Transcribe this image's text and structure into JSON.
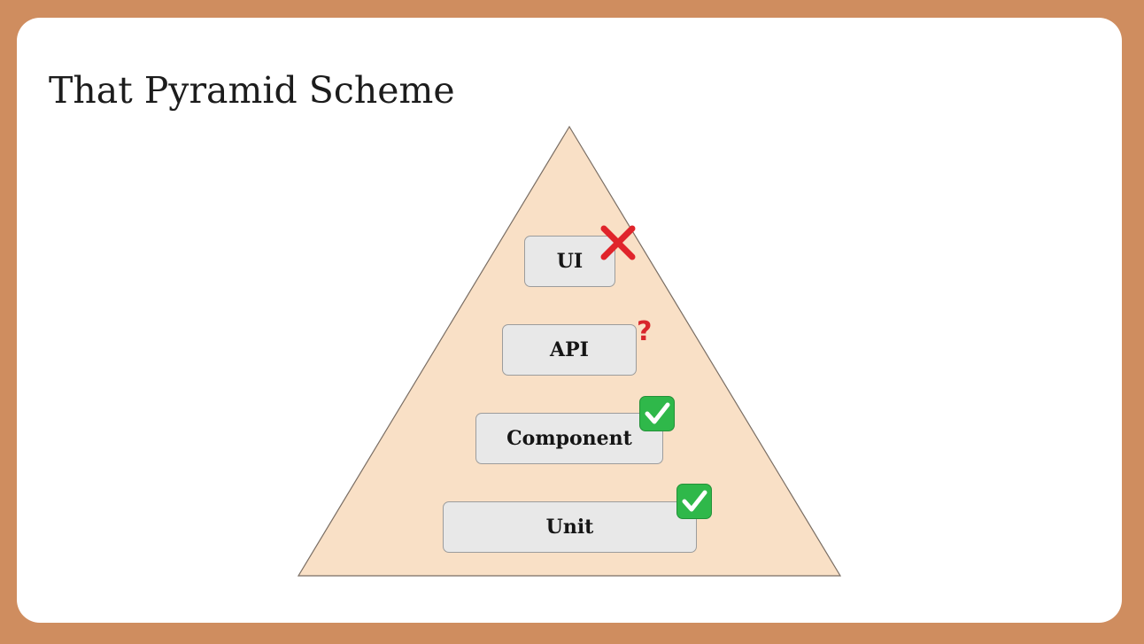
{
  "slide": {
    "title": "That Pyramid Scheme"
  },
  "pyramid": {
    "fill_color": "#f9e0c6",
    "stroke_color": "#7a6e64",
    "layers": [
      {
        "label": "UI",
        "status": "x-mark",
        "status_color": "#e0242b"
      },
      {
        "label": "API",
        "status": "question-mark",
        "status_text": "?",
        "status_color": "#d8262c"
      },
      {
        "label": "Component",
        "status": "check-mark",
        "status_color": "#2fb84a"
      },
      {
        "label": "Unit",
        "status": "check-mark",
        "status_color": "#2fb84a"
      }
    ]
  },
  "colors": {
    "frame": "#cf8d5f",
    "slide_background": "#ffffff",
    "layer_box": "#e8e8e8"
  }
}
